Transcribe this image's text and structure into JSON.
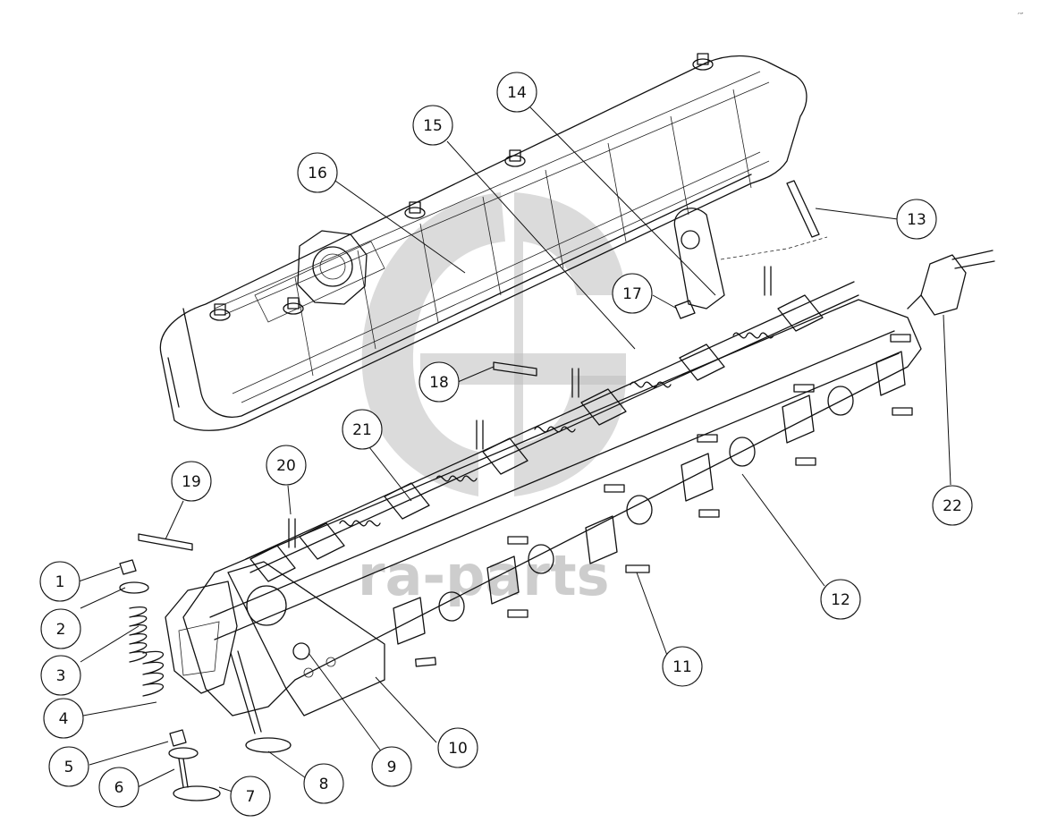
{
  "watermark": {
    "text": "ra-parts",
    "color": "#bdbdbd"
  },
  "corner_mark": "′″",
  "callouts": [
    "1",
    "2",
    "3",
    "4",
    "5",
    "6",
    "7",
    "8",
    "9",
    "10",
    "11",
    "12",
    "13",
    "14",
    "15",
    "16",
    "17",
    "18",
    "19",
    "20",
    "21",
    "22"
  ],
  "parts": [
    {
      "id": "1",
      "label": "1"
    },
    {
      "id": "2",
      "label": "2"
    },
    {
      "id": "3",
      "label": "3"
    },
    {
      "id": "4",
      "label": "4"
    },
    {
      "id": "5",
      "label": "5"
    },
    {
      "id": "6",
      "label": "6"
    },
    {
      "id": "7",
      "label": "7"
    },
    {
      "id": "8",
      "label": "8"
    },
    {
      "id": "9",
      "label": "9"
    },
    {
      "id": "10",
      "label": "10"
    },
    {
      "id": "11",
      "label": "11"
    },
    {
      "id": "12",
      "label": "12"
    },
    {
      "id": "13",
      "label": "13"
    },
    {
      "id": "14",
      "label": "14"
    },
    {
      "id": "15",
      "label": "15"
    },
    {
      "id": "16",
      "label": "16"
    },
    {
      "id": "17",
      "label": "17"
    },
    {
      "id": "18",
      "label": "18"
    },
    {
      "id": "19",
      "label": "19"
    },
    {
      "id": "20",
      "label": "20"
    },
    {
      "id": "21",
      "label": "21"
    },
    {
      "id": "22",
      "label": "22"
    }
  ]
}
